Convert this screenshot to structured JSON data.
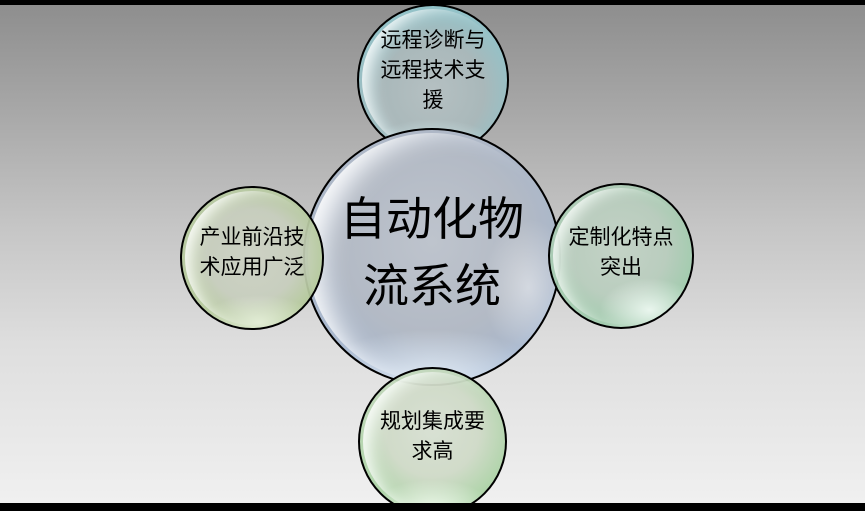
{
  "frame": {
    "letterbox_color": "#000000",
    "background_top": "#8e8e8e",
    "background_bottom": "#f0f0f0"
  },
  "diagram": {
    "type": "radial-bubble",
    "center": {
      "label": "自动化物流系统",
      "lines": [
        "自动化物",
        "流系统"
      ],
      "fill_center": "#b3bac5",
      "fill_rim": "#9db8da"
    },
    "satellites": [
      {
        "position": "top",
        "label": "远程诊断与远程技术支援",
        "lines": [
          "远程诊断与",
          "远程技术支",
          "援"
        ],
        "fill_center": "#a9b8ba",
        "fill_rim": "#5fb6c3"
      },
      {
        "position": "left",
        "label": "产业前沿技术应用广泛",
        "lines": [
          "产业前沿技",
          "术应用广泛"
        ],
        "fill_center": "#c7ceba",
        "fill_rim": "#9cc57d"
      },
      {
        "position": "right",
        "label": "定制化特点突出",
        "lines": [
          "定制化特点",
          "突出"
        ],
        "fill_center": "#b8cdbd",
        "fill_rim": "#7fc096"
      },
      {
        "position": "bottom",
        "label": "规划集成要求高",
        "lines": [
          "规划集成要",
          "求高"
        ],
        "fill_center": "#cfdac7",
        "fill_rim": "#8cca8c"
      }
    ],
    "outline_color": "#000000",
    "text_color": "#000000"
  }
}
